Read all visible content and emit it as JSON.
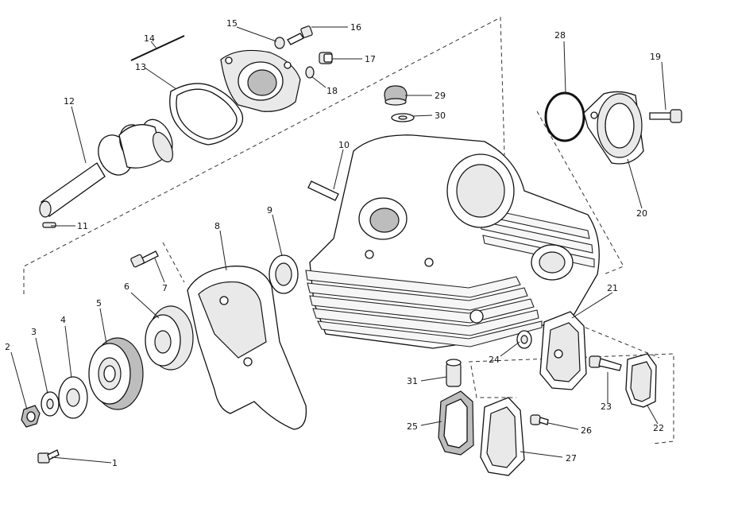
{
  "labels": {
    "p1": "1",
    "p2": "2",
    "p3": "3",
    "p4": "4",
    "p5": "5",
    "p6": "6",
    "p7": "7",
    "p8": "8",
    "p9": "9",
    "p10": "10",
    "p11": "11",
    "p12": "12",
    "p13": "13",
    "p14": "14",
    "p15": "15",
    "p16": "16",
    "p17": "17",
    "p18": "18",
    "p19": "19",
    "p20": "20",
    "p21": "21",
    "p22": "22",
    "p23": "23",
    "p24": "24",
    "p25": "25",
    "p26": "26",
    "p27": "27",
    "p28": "28",
    "p29": "29",
    "p30": "30",
    "p31": "31"
  },
  "colors": {
    "line": "#111111",
    "part_fill": "#ffffff",
    "shade_light": "#e9e9e9",
    "shade_dark": "#bdbdbd",
    "background": "#ffffff"
  }
}
